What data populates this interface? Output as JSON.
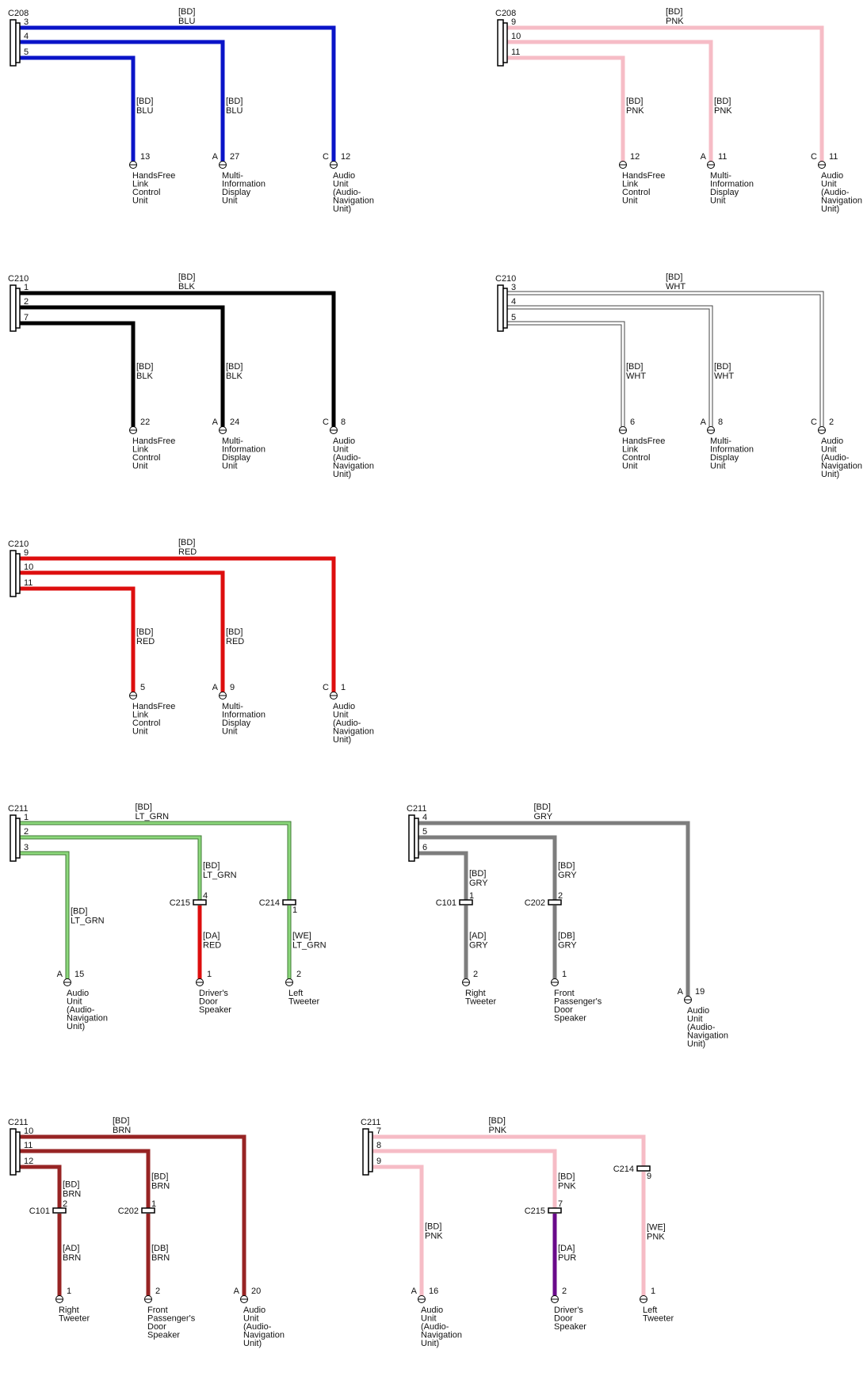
{
  "colors": {
    "BLU": "#0a14c8",
    "PNK": "#f6bcc6",
    "BLK": "#000000",
    "WHT": "#ffffff",
    "RED": "#dd0e0e",
    "LT_GRN": "#8cd87c",
    "GRY": "#7d7d7d",
    "BRN": "#972424",
    "PUR": "#6a0a8a",
    "outline": "#333333"
  },
  "blocks": [
    {
      "id": "c208-blu",
      "connector": "C208",
      "trunk_label": [
        "[BD]",
        "BLU"
      ],
      "color": "BLU",
      "pins": [
        "3",
        "4",
        "5"
      ],
      "branches": [
        {
          "wire": [
            "[BD]",
            "BLU"
          ],
          "pin": "13",
          "letter": "",
          "device": [
            "HandsFree",
            "Link",
            "Control",
            "Unit"
          ]
        },
        {
          "wire": [
            "[BD]",
            "BLU"
          ],
          "pin": "27",
          "letter": "A",
          "device": [
            "Multi-",
            "Information",
            "Display",
            "Unit"
          ]
        },
        {
          "wire": [],
          "pin": "12",
          "letter": "C",
          "device": [
            "Audio",
            "Unit",
            "(Audio-",
            "Navigation",
            "Unit)"
          ]
        }
      ]
    },
    {
      "id": "c208-pnk",
      "connector": "C208",
      "trunk_label": [
        "[BD]",
        "PNK"
      ],
      "color": "PNK",
      "pins": [
        "9",
        "10",
        "11"
      ],
      "branches": [
        {
          "wire": [
            "[BD]",
            "PNK"
          ],
          "pin": "12",
          "letter": "",
          "device": [
            "HandsFree",
            "Link",
            "Control",
            "Unit"
          ]
        },
        {
          "wire": [
            "[BD]",
            "PNK"
          ],
          "pin": "11",
          "letter": "A",
          "device": [
            "Multi-",
            "Information",
            "Display",
            "Unit"
          ]
        },
        {
          "wire": [],
          "pin": "11",
          "letter": "C",
          "device": [
            "Audio",
            "Unit",
            "(Audio-",
            "Navigation",
            "Unit)"
          ]
        }
      ]
    },
    {
      "id": "c210-blk",
      "connector": "C210",
      "trunk_label": [
        "[BD]",
        "BLK"
      ],
      "color": "BLK",
      "pins": [
        "1",
        "2",
        "7"
      ],
      "branches": [
        {
          "wire": [
            "[BD]",
            "BLK"
          ],
          "pin": "22",
          "letter": "",
          "device": [
            "HandsFree",
            "Link",
            "Control",
            "Unit"
          ]
        },
        {
          "wire": [
            "[BD]",
            "BLK"
          ],
          "pin": "24",
          "letter": "A",
          "device": [
            "Multi-",
            "Information",
            "Display",
            "Unit"
          ]
        },
        {
          "wire": [],
          "pin": "8",
          "letter": "C",
          "device": [
            "Audio",
            "Unit",
            "(Audio-",
            "Navigation",
            "Unit)"
          ]
        }
      ]
    },
    {
      "id": "c210-wht",
      "connector": "C210",
      "trunk_label": [
        "[BD]",
        "WHT"
      ],
      "color": "WHT",
      "pins": [
        "3",
        "4",
        "5"
      ],
      "branches": [
        {
          "wire": [
            "[BD]",
            "WHT"
          ],
          "pin": "6",
          "letter": "",
          "device": [
            "HandsFree",
            "Link",
            "Control",
            "Unit"
          ]
        },
        {
          "wire": [
            "[BD]",
            "WHT"
          ],
          "pin": "8",
          "letter": "A",
          "device": [
            "Multi-",
            "Information",
            "Display",
            "Unit"
          ]
        },
        {
          "wire": [],
          "pin": "2",
          "letter": "C",
          "device": [
            "Audio",
            "Unit",
            "(Audio-",
            "Navigation",
            "Unit)"
          ]
        }
      ]
    },
    {
      "id": "c210-red",
      "connector": "C210",
      "trunk_label": [
        "[BD]",
        "RED"
      ],
      "color": "RED",
      "pins": [
        "9",
        "10",
        "11"
      ],
      "branches": [
        {
          "wire": [
            "[BD]",
            "RED"
          ],
          "pin": "5",
          "letter": "",
          "device": [
            "HandsFree",
            "Link",
            "Control",
            "Unit"
          ]
        },
        {
          "wire": [
            "[BD]",
            "RED"
          ],
          "pin": "9",
          "letter": "A",
          "device": [
            "Multi-",
            "Information",
            "Display",
            "Unit"
          ]
        },
        {
          "wire": [],
          "pin": "1",
          "letter": "C",
          "device": [
            "Audio",
            "Unit",
            "(Audio-",
            "Navigation",
            "Unit)"
          ]
        }
      ]
    },
    {
      "id": "c211-ltgrn",
      "connector": "C211",
      "trunk_label": [
        "[BD]",
        "LT_GRN"
      ],
      "color": "LT_GRN",
      "pins": [
        "1",
        "2",
        "3"
      ],
      "branches": [
        {
          "wire": [
            "[BD]",
            "LT_GRN"
          ],
          "pin": "15",
          "letter": "A",
          "device": [
            "Audio",
            "Unit",
            "(Audio-",
            "Navigation",
            "Unit)"
          ]
        },
        {
          "wire": [
            "[BD]",
            "LT_GRN"
          ],
          "inline": {
            "name": "C215",
            "pin": "4",
            "side": "left"
          },
          "wire2": [
            "[DA]",
            "RED"
          ],
          "color2": "RED",
          "pin": "1",
          "letter": "",
          "device": [
            "Driver's",
            "Door",
            "Speaker"
          ]
        },
        {
          "wire": [],
          "inline": {
            "name": "C214",
            "pin": "1",
            "side": "left"
          },
          "wire2": [
            "[WE]",
            "LT_GRN"
          ],
          "pin": "2",
          "letter": "",
          "device": [
            "Left",
            "Tweeter"
          ]
        }
      ]
    },
    {
      "id": "c211-gry",
      "connector": "C211",
      "trunk_label": [
        "[BD]",
        "GRY"
      ],
      "color": "GRY",
      "pins": [
        "4",
        "5",
        "6"
      ],
      "branches": [
        {
          "wire": [
            "[BD]",
            "GRY"
          ],
          "inline": {
            "name": "C101",
            "pin": "1",
            "side": "left"
          },
          "wire2": [
            "[AD]",
            "GRY"
          ],
          "pin": "2",
          "letter": "",
          "device": [
            "Right",
            "Tweeter"
          ]
        },
        {
          "wire": [
            "[BD]",
            "GRY"
          ],
          "inline": {
            "name": "C202",
            "pin": "2",
            "side": "left"
          },
          "wire2": [
            "[DB]",
            "GRY"
          ],
          "pin": "1",
          "letter": "",
          "device": [
            "Front",
            "Passenger's",
            "Door",
            "Speaker"
          ]
        },
        {
          "wire": [],
          "pin": "19",
          "letter": "A",
          "device": [
            "Audio",
            "Unit",
            "(Audio-",
            "Navigation",
            "Unit)"
          ]
        }
      ]
    },
    {
      "id": "c211-brn",
      "connector": "C211",
      "trunk_label": [
        "[BD]",
        "BRN"
      ],
      "color": "BRN",
      "pins": [
        "10",
        "11",
        "12"
      ],
      "branches": [
        {
          "wire": [
            "[BD]",
            "BRN"
          ],
          "inline": {
            "name": "C101",
            "pin": "2",
            "side": "left"
          },
          "wire2": [
            "[AD]",
            "BRN"
          ],
          "pin": "1",
          "letter": "",
          "device": [
            "Right",
            "Tweeter"
          ]
        },
        {
          "wire": [
            "[BD]",
            "BRN"
          ],
          "inline": {
            "name": "C202",
            "pin": "1",
            "side": "left"
          },
          "wire2": [
            "[DB]",
            "BRN"
          ],
          "pin": "2",
          "letter": "",
          "device": [
            "Front",
            "Passenger's",
            "Door",
            "Speaker"
          ]
        },
        {
          "wire": [],
          "pin": "20",
          "letter": "A",
          "device": [
            "Audio",
            "Unit",
            "(Audio-",
            "Navigation",
            "Unit)"
          ]
        }
      ]
    },
    {
      "id": "c211-pnk",
      "connector": "C211",
      "trunk_label": [
        "[BD]",
        "PNK"
      ],
      "color": "PNK",
      "pins": [
        "7",
        "8",
        "9"
      ],
      "branches": [
        {
          "wire": [
            "[BD]",
            "PNK"
          ],
          "pin": "16",
          "letter": "A",
          "device": [
            "Audio",
            "Unit",
            "(Audio-",
            "Navigation",
            "Unit)"
          ]
        },
        {
          "wire": [
            "[BD]",
            "PNK"
          ],
          "inline": {
            "name": "C215",
            "pin": "7",
            "side": "left"
          },
          "wire2": [
            "[DA]",
            "PUR"
          ],
          "color2": "PUR",
          "pin": "2",
          "letter": "",
          "device": [
            "Driver's",
            "Door",
            "Speaker"
          ]
        },
        {
          "wire": [],
          "inline": {
            "name": "C214",
            "pin": "9",
            "side": "left"
          },
          "wire2": [
            "[WE]",
            "PNK"
          ],
          "pin": "1",
          "letter": "",
          "device": [
            "Left",
            "Tweeter"
          ]
        }
      ]
    }
  ]
}
